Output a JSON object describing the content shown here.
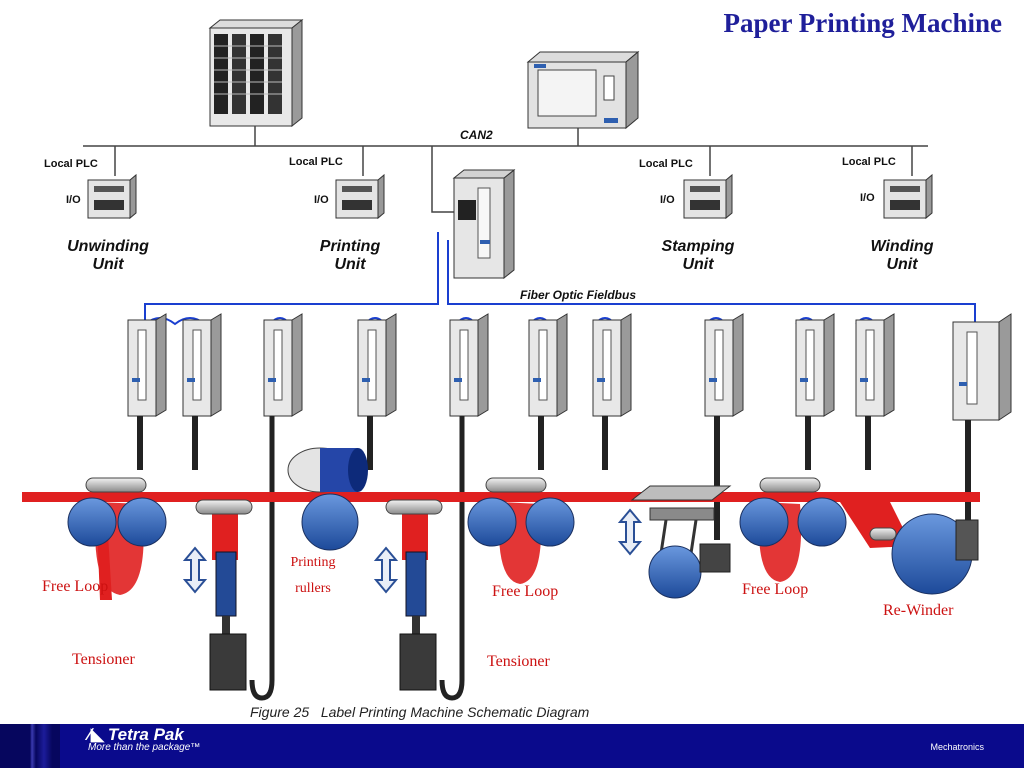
{
  "title": "Paper Printing Machine",
  "network": {
    "can_label": "CAN2",
    "fiber_label": "Fiber Optic Fieldbus"
  },
  "plc": [
    {
      "local_label": "Local PLC",
      "io_label": "I/O",
      "unit": [
        "Unwinding",
        "Unit"
      ]
    },
    {
      "local_label": "Local PLC",
      "io_label": "I/O",
      "unit": [
        "Printing",
        "Unit"
      ]
    },
    {
      "local_label": "Local PLC",
      "io_label": "I/O",
      "unit": [
        "Stamping",
        "Unit"
      ]
    },
    {
      "local_label": "Local PLC",
      "io_label": "I/O",
      "unit": [
        "Winding",
        "Unit"
      ]
    }
  ],
  "annotations": {
    "free_loop_1": "Free Loop",
    "free_loop_2": "Free Loop",
    "free_loop_3": "Free Loop",
    "tensioner_1": "Tensioner",
    "tensioner_2": "Tensioner",
    "printing_rollers_line1": "Printing",
    "printing_rollers_line2": "rullers",
    "rewinder": "Re-Winder"
  },
  "caption": "Figure 25   Label Printing Machine Schematic Diagram",
  "footer": {
    "brand": "Tetra Pak",
    "tagline": "More than the package™",
    "right_text": "Mechatronics"
  },
  "colors": {
    "title": "#1f1f9a",
    "annotation": "#cc1111",
    "web": "#e02020",
    "roller": "#3a6fc0",
    "fieldbus": "#1a3fd0",
    "footer": "#0a0a8c"
  }
}
